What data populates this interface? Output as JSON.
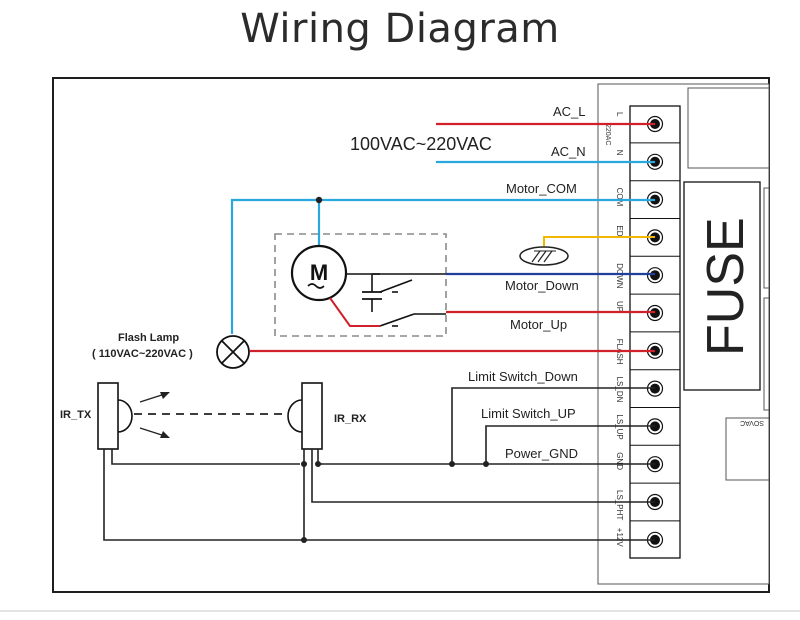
{
  "title": "Wiring Diagram",
  "supply_label": "100VAC~220VAC",
  "wires": {
    "ac_l": "AC_L",
    "ac_n": "AC_N",
    "motor_com": "Motor_COM",
    "motor_down": "Motor_Down",
    "motor_up": "Motor_Up",
    "limit_switch_down": "Limit Switch_Down",
    "limit_switch_up": "Limit Switch_UP",
    "power_gnd": "Power_GND"
  },
  "terminals": [
    "L",
    "N",
    "COM",
    "ED",
    "DOWN",
    "UP",
    "FLASH",
    "LS_DN",
    "LS_UP",
    "GND",
    "LS_PHT",
    "+12V"
  ],
  "terminal_group_label": "220AC",
  "fuse_label": "FUSE",
  "board_small_text": "SOVAC",
  "motor_symbol": "M",
  "flash_lamp": {
    "name": "Flash Lamp",
    "voltage": "( 110VAC~220VAC )"
  },
  "ir_tx": "IR_TX",
  "ir_rx": "IR_RX",
  "colors": {
    "live": "#d0202a",
    "neutral": "#29a8e0",
    "down": "#1f3f9a",
    "edge": "#f2b700",
    "ground": "#222222",
    "box_dash": "#8a8a8a"
  }
}
